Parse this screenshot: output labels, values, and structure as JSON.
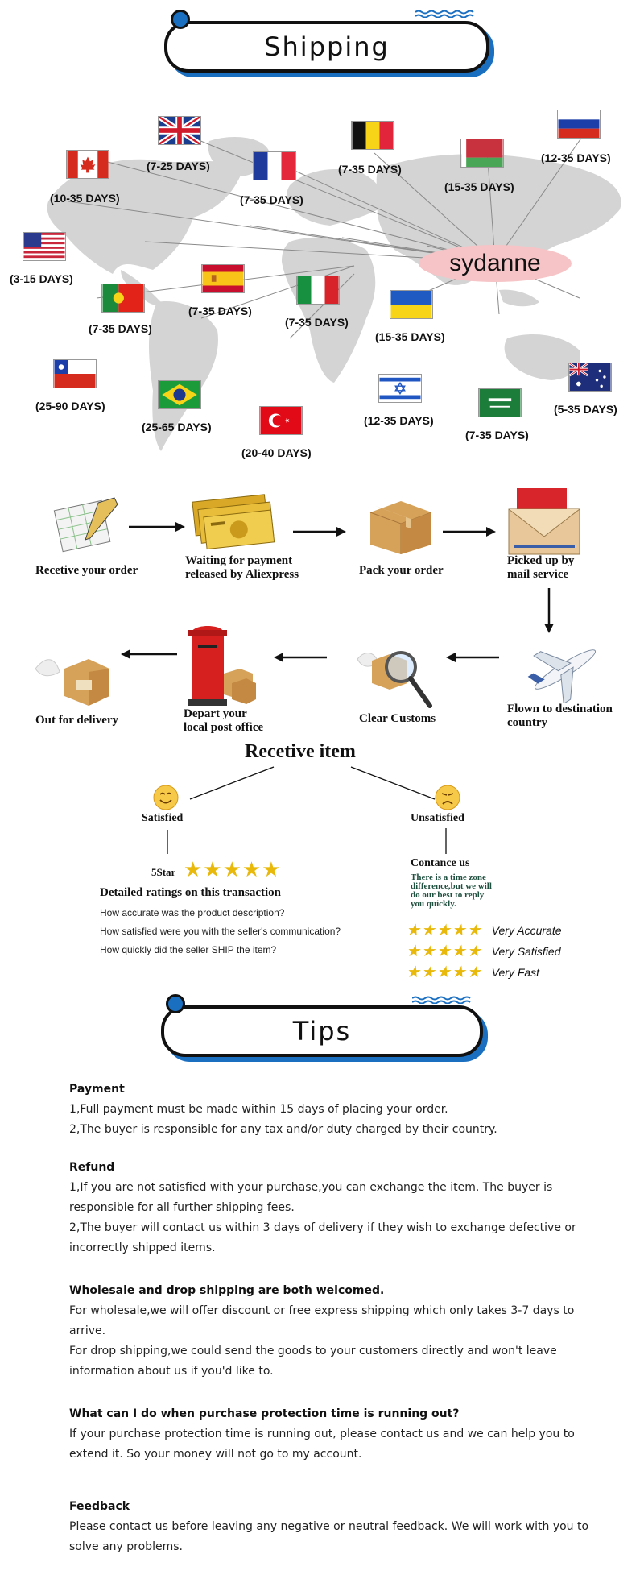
{
  "shipping_title": "Shipping",
  "brand": "sydanne",
  "destinations": [
    {
      "country": "United Kingdom",
      "days": "(7-25 DAYS)"
    },
    {
      "country": "Canada",
      "days": "(10-35 DAYS)"
    },
    {
      "country": "France",
      "days": "(7-35 DAYS)"
    },
    {
      "country": "Belgium",
      "days": "(7-35 DAYS)"
    },
    {
      "country": "Belarus",
      "days": "(15-35 DAYS)"
    },
    {
      "country": "Russia",
      "days": "(12-35 DAYS)"
    },
    {
      "country": "United States",
      "days": "(3-15 DAYS)"
    },
    {
      "country": "Portugal",
      "days": "(7-35 DAYS)"
    },
    {
      "country": "Spain",
      "days": "(7-35 DAYS)"
    },
    {
      "country": "Italy",
      "days": "(7-35 DAYS)"
    },
    {
      "country": "Ukraine",
      "days": "(15-35 DAYS)"
    },
    {
      "country": "Chile",
      "days": "(25-90 DAYS)"
    },
    {
      "country": "Brazil",
      "days": "(25-65 DAYS)"
    },
    {
      "country": "Turkey",
      "days": "(20-40 DAYS)"
    },
    {
      "country": "Israel",
      "days": "(12-35 DAYS)"
    },
    {
      "country": "Saudi Arabia",
      "days": "(7-35 DAYS)"
    },
    {
      "country": "Australia",
      "days": "(5-35 DAYS)"
    }
  ],
  "process": {
    "receive_order": "Recetive your order",
    "waiting_payment": [
      "Waiting for payment",
      "released by Aliexpress"
    ],
    "pack_order": "Pack your order",
    "picked_up": [
      "Picked up by",
      "mail service"
    ],
    "flown": [
      "Flown to destination",
      "country"
    ],
    "clear_customs": "Clear Customs",
    "depart_post": [
      "Depart your",
      "local post office"
    ],
    "out_delivery": "Out for delivery"
  },
  "receive_item": {
    "title": "Recetive item",
    "satisfied": "Satisfied",
    "unsatisfied": "Unsatisfied",
    "five_star": "5Star",
    "detailed_title": "Detailed ratings on this transaction",
    "questions": [
      "How accurate was the product description?",
      "How satisfied were you with the seller's communication?",
      "How quickly did the seller SHIP the item?"
    ],
    "contact_title": "Contance us",
    "contact_note": [
      "There is a time zone",
      "difference,but we will",
      "do  our best to reply",
      "you quickly."
    ],
    "ratings": [
      "Very Accurate",
      "Very Satisfied",
      "Very Fast"
    ],
    "stars": "★★★★★"
  },
  "tips_title": "Tips",
  "tips": [
    {
      "heading": "Payment",
      "lines": [
        "1,Full payment must be made within 15 days of placing your order.",
        "2,The buyer is responsible for any tax and/or duty charged by their country."
      ]
    },
    {
      "heading": "Refund",
      "lines": [
        "1,If you are not satisfied with your purchase,you can exchange the item. The buyer is responsible for all further shipping fees.",
        "2,The buyer will contact us within 3 days of delivery if they wish to exchange defective or incorrectly shipped items."
      ]
    },
    {
      "heading": "Wholesale and drop shipping are both welcomed.",
      "lines": [
        "For wholesale,we will offer discount or free express shipping which only takes 3-7 days to arrive.",
        "For drop shipping,we could send the goods to your customers directly and won't leave information about us if you'd like to."
      ]
    },
    {
      "heading": "What can I do when purchase protection time is running out?",
      "lines": [
        "If your purchase protection time is running out, please contact us and we can help you to extend it. So your money will not go to my account."
      ]
    },
    {
      "heading": "Feedback",
      "lines": [
        "Please contact us before leaving any negative or neutral feedback. We will work with you to solve any problems."
      ]
    }
  ],
  "colors": {
    "accent": "#1a6fc0",
    "brand_bubble": "#f6c4c6",
    "stars": "#e8b80b",
    "map": "#d4d4d4"
  }
}
